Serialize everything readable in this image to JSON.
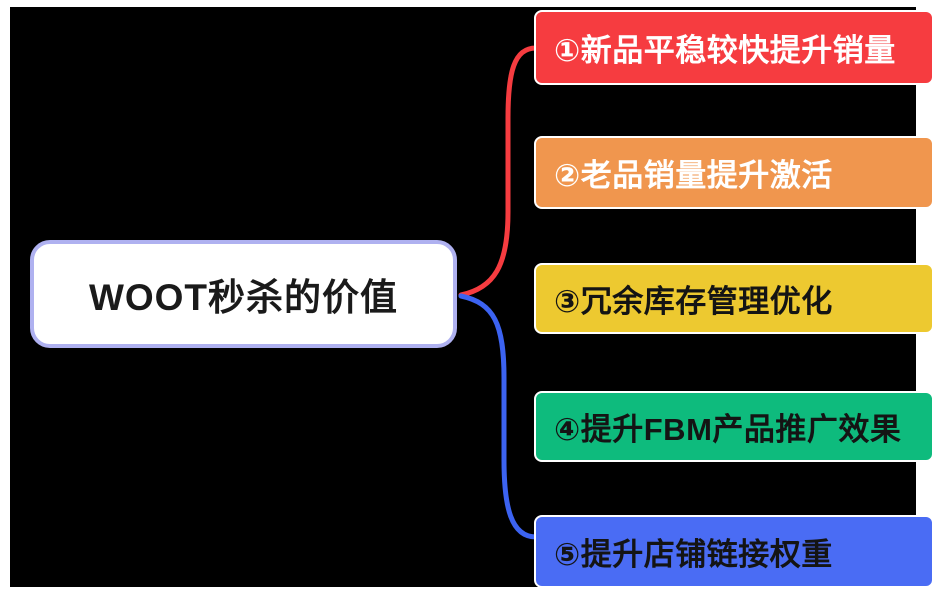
{
  "diagram": {
    "type": "mindmap",
    "root": {
      "label": "WOOT秒杀的价值",
      "fill": "#ffffff",
      "border_color": "#afb1f0",
      "text_color": "#1a1a1a"
    },
    "branches": [
      {
        "label": "①新品平稳较快提升销量",
        "fill": "#f63c40",
        "text_color": "#ffffff"
      },
      {
        "label": "②老品销量提升激活",
        "fill": "#f0964e",
        "text_color": "#ffffff"
      },
      {
        "label": "③冗余库存管理优化",
        "fill": "#edc930",
        "text_color": "#141414"
      },
      {
        "label": "④提升FBM产品推广效果",
        "fill": "#0ebb7d",
        "text_color": "#141414"
      },
      {
        "label": "⑤提升店铺链接权重",
        "fill": "#4a6cf4",
        "text_color": "#141414"
      }
    ],
    "connectors": [
      {
        "from": "root",
        "to_branch": 1,
        "color": "#f63c40"
      },
      {
        "from": "root",
        "to_branch": 5,
        "color": "#3c63f1"
      }
    ],
    "colors": {
      "page_background": "#ffffff",
      "canvas_background": "#000000"
    }
  }
}
